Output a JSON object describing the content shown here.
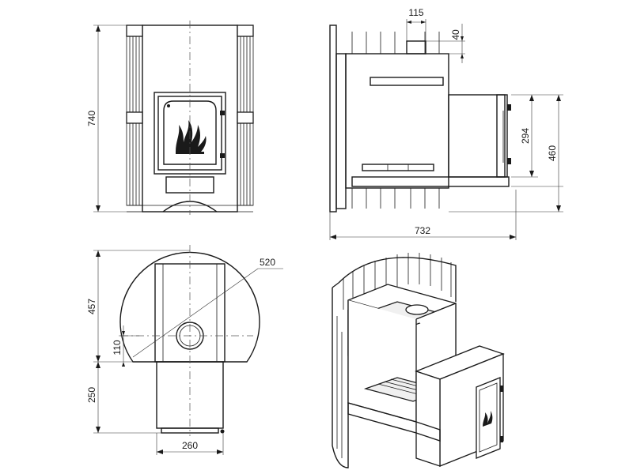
{
  "dimensions": {
    "front_height": "740",
    "side_chimney_width": "115",
    "side_chimney_offset": "40",
    "side_door_height": "294",
    "side_firebox_height": "460",
    "side_total_length": "732",
    "top_radius": "520",
    "top_depth": "457",
    "top_offset": "110",
    "top_tunnel_length": "250",
    "top_tunnel_width": "260"
  }
}
